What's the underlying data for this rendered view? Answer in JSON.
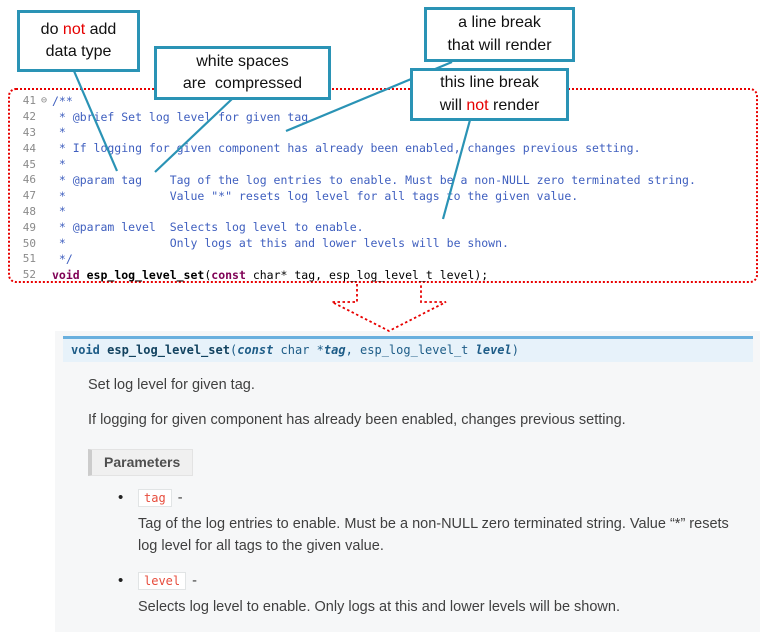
{
  "colors": {
    "callout_border": "#2a93b5",
    "annotation_red": "#e80000",
    "comment_blue": "#3f5fbf",
    "keyword_purple": "#7f0055",
    "signature_bg": "#e7f2fa",
    "signature_border": "#6ab0de",
    "param_code_red": "#e74c3c"
  },
  "callouts": {
    "datatype": {
      "l1a": "do ",
      "not": "not",
      "l1c": " add",
      "l2": "data type"
    },
    "whitespace": {
      "l1": "white spaces",
      "l2": "are  compressed"
    },
    "break_render": {
      "l1": "a line break",
      "l2": "that will render"
    },
    "break_norender": {
      "l1": "this line break",
      "l2a": "will ",
      "not": "not",
      "l2c": " render"
    }
  },
  "editor": {
    "lines": [
      {
        "num": "41",
        "fold": "⊖",
        "text": "/**"
      },
      {
        "num": "42",
        "fold": "",
        "text": " * @brief Set log level for given tag"
      },
      {
        "num": "43",
        "fold": "",
        "text": " *"
      },
      {
        "num": "44",
        "fold": "",
        "text": " * If logging for given component has already been enabled, changes previous setting."
      },
      {
        "num": "45",
        "fold": "",
        "text": " *"
      },
      {
        "num": "46",
        "fold": "",
        "text": " * @param tag    Tag of the log entries to enable. Must be a non-NULL zero terminated string."
      },
      {
        "num": "47",
        "fold": "",
        "text": " *               Value \"*\" resets log level for all tags to the given value."
      },
      {
        "num": "48",
        "fold": "",
        "text": " *"
      },
      {
        "num": "49",
        "fold": "",
        "text": " * @param level  Selects log level to enable."
      },
      {
        "num": "50",
        "fold": "",
        "text": " *               Only logs at this and lower levels will be shown."
      },
      {
        "num": "51",
        "fold": "",
        "text": " */"
      },
      {
        "num": "52",
        "fold": "",
        "text": ""
      }
    ],
    "line52": {
      "kw1": "void ",
      "name": "esp_log_level_set",
      "open": "(",
      "kw2": "const",
      "rest": " char* tag, esp_log_level_t level);"
    }
  },
  "doc": {
    "signature": {
      "kw1": "void ",
      "name": "esp_log_level_set",
      "open": "(",
      "kw2": "const",
      "mid": " char *",
      "arg1": "tag",
      "comma": ", ",
      "type2": "esp_log_level_t ",
      "arg2": "level",
      "close": ")"
    },
    "p1": "Set log level for given tag.",
    "p2": "If logging for given component has already been enabled, changes previous setting.",
    "params_label": "Parameters",
    "bullet": "•",
    "items": [
      {
        "name": "tag",
        "dash": "-",
        "desc": "Tag of the log entries to enable. Must be a non-NULL zero terminated string. Value “*” resets log level for all tags to the given value."
      },
      {
        "name": "level",
        "dash": "-",
        "desc": "Selects log level to enable. Only logs at this and lower levels will be shown."
      }
    ]
  }
}
